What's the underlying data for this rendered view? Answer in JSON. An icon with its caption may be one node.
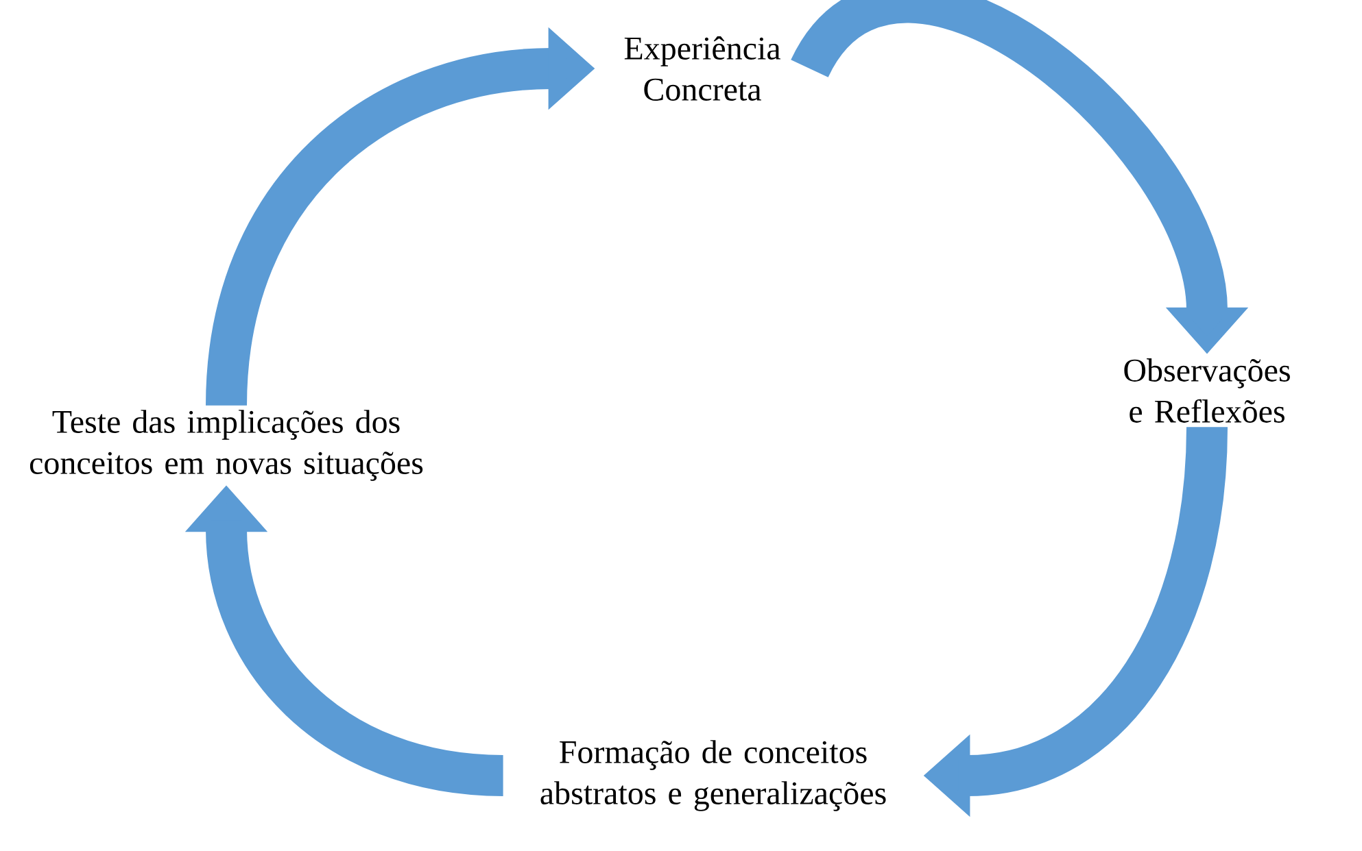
{
  "diagram": {
    "nodes": [
      {
        "text": [
          "Experiência Concreta"
        ]
      },
      {
        "text": [
          "Observações e Reflexões"
        ]
      },
      {
        "text": [
          "Formação de conceitos abstratos e generalizações"
        ]
      },
      {
        "text": [
          "Teste das implicações dos conceitos em novas situações"
        ]
      }
    ],
    "edges": [
      {
        "from": 0,
        "to": 1,
        "arrow": "to"
      },
      {
        "from": 1,
        "to": 2,
        "arrow": "to"
      },
      {
        "from": 2,
        "to": 3,
        "arrow": "to"
      },
      {
        "from": 3,
        "to": 0,
        "arrow": "to"
      }
    ]
  }
}
